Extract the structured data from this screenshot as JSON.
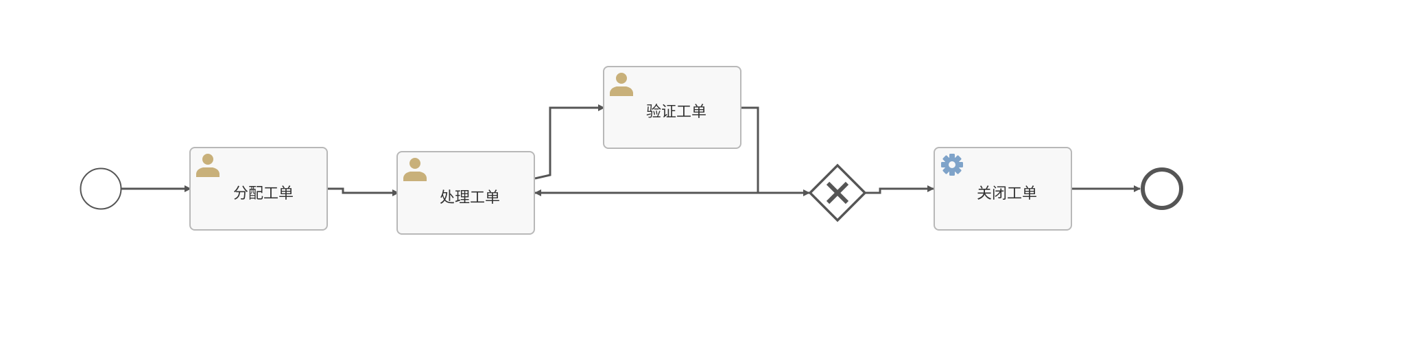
{
  "diagram": {
    "tasks": {
      "assign": {
        "label": "分配工单",
        "icon": "user-icon",
        "type": "user-task"
      },
      "process": {
        "label": "处理工单",
        "icon": "user-icon",
        "type": "user-task"
      },
      "verify": {
        "label": "验证工单",
        "icon": "user-icon",
        "type": "user-task"
      },
      "close": {
        "label": "关闭工单",
        "icon": "gear-icon",
        "type": "service-task"
      }
    },
    "gateway": {
      "type": "exclusive",
      "icon": "x-icon"
    },
    "start_event": {
      "type": "start"
    },
    "end_event": {
      "type": "end"
    },
    "colors": {
      "line": "#555555",
      "task_fill": "#f8f8f8",
      "task_border": "#b8b8b8",
      "user_icon": "#c8b07a",
      "gear_icon": "#7fa3c9",
      "gateway_border": "#555555"
    }
  }
}
